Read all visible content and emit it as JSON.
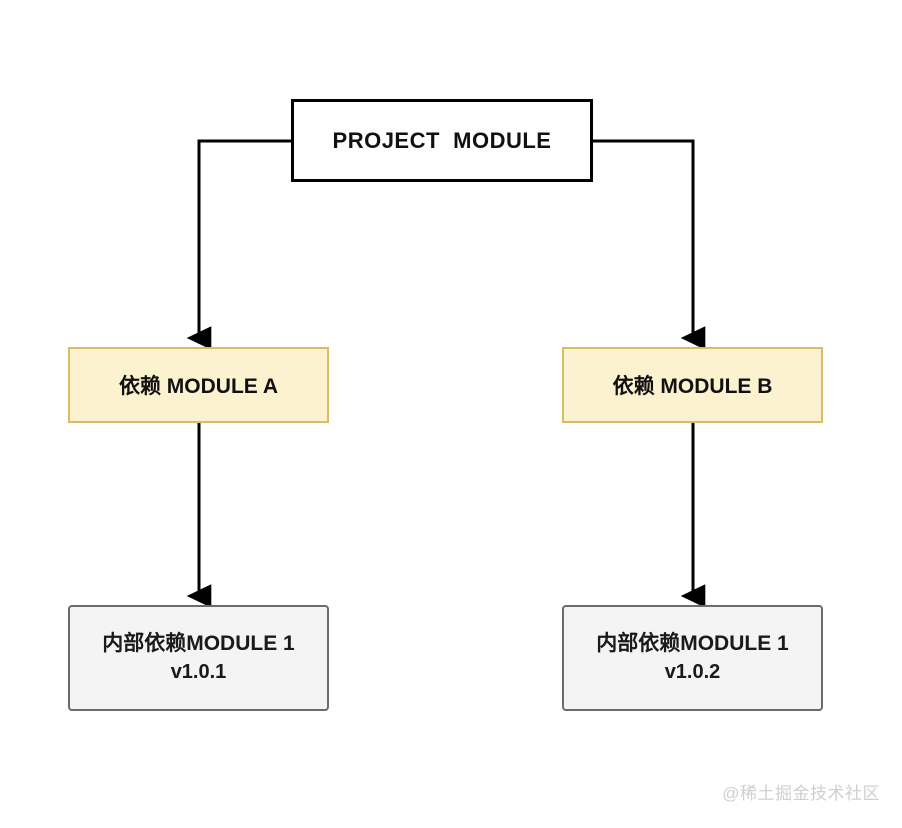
{
  "diagram": {
    "type": "flowchart",
    "root": {
      "id": "project-module",
      "label": "PROJECT  MODULE",
      "fill": "#ffffff",
      "border": "#000000"
    },
    "dependencies": [
      {
        "id": "module-a",
        "label": "依赖 MODULE A",
        "fill": "#fdf2cf",
        "border": "#d9bc66"
      },
      {
        "id": "module-b",
        "label": "依赖 MODULE B",
        "fill": "#fdf2cf",
        "border": "#d9bc66"
      }
    ],
    "internal_dependencies": [
      {
        "id": "inner-module-1-left",
        "label": "内部依赖MODULE 1",
        "version": "v1.0.1",
        "fill": "#f4f4f4",
        "border": "#6b6b6b"
      },
      {
        "id": "inner-module-1-right",
        "label": "内部依赖MODULE 1",
        "version": "v1.0.2",
        "fill": "#f4f4f4",
        "border": "#6b6b6b"
      }
    ],
    "edges": [
      {
        "from": "project-module",
        "to": "module-a",
        "style": "elbow-arrow"
      },
      {
        "from": "project-module",
        "to": "module-b",
        "style": "elbow-arrow"
      },
      {
        "from": "module-a",
        "to": "inner-module-1-left",
        "style": "straight-arrow"
      },
      {
        "from": "module-b",
        "to": "inner-module-1-right",
        "style": "straight-arrow"
      }
    ],
    "edge_color": "#000000"
  },
  "watermark": {
    "text": "@稀土掘金技术社区"
  }
}
